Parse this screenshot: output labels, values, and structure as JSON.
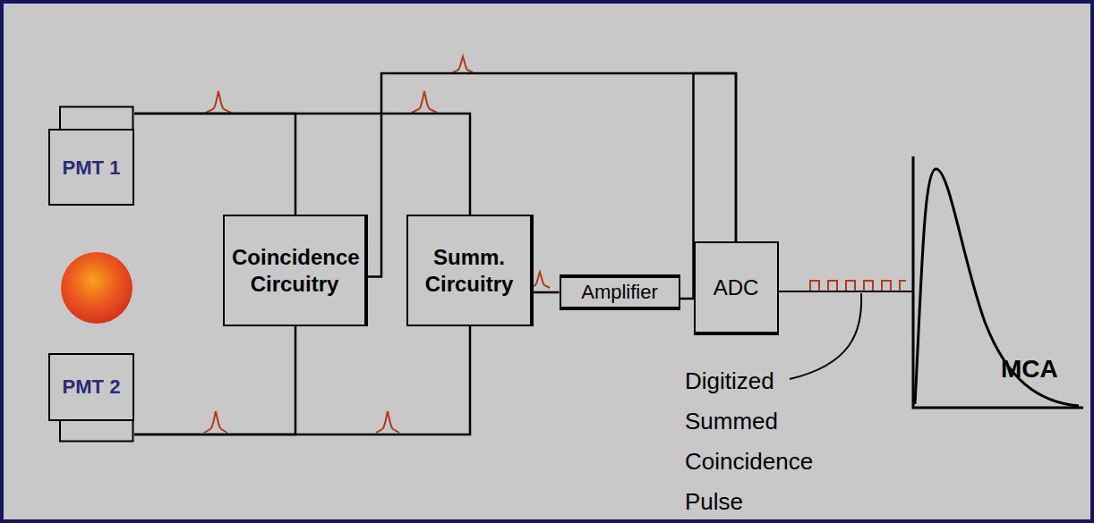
{
  "diagram": {
    "nodes": [
      {
        "text": [
          "PMT 1"
        ]
      },
      {
        "text": [
          "PMT 2"
        ]
      },
      {
        "text": [
          "Coincidence Circuitry"
        ]
      },
      {
        "text": [
          "Summ. Circuitry"
        ]
      },
      {
        "text": [
          "Amplifier"
        ]
      },
      {
        "text": [
          "ADC"
        ]
      }
    ],
    "edges": [
      {
        "from": 0,
        "to": 2,
        "arrow": "none"
      },
      {
        "from": 0,
        "to": 3,
        "arrow": "none"
      },
      {
        "from": 1,
        "to": 2,
        "arrow": "none"
      },
      {
        "from": 1,
        "to": 3,
        "arrow": "none"
      },
      {
        "from": 2,
        "to": 5,
        "arrow": "none"
      },
      {
        "from": 3,
        "to": 4,
        "arrow": "none"
      },
      {
        "from": 4,
        "to": 5,
        "arrow": "none"
      }
    ],
    "labels": [
      "Digitized Summed Coincidence Pulse",
      "MCA"
    ]
  }
}
